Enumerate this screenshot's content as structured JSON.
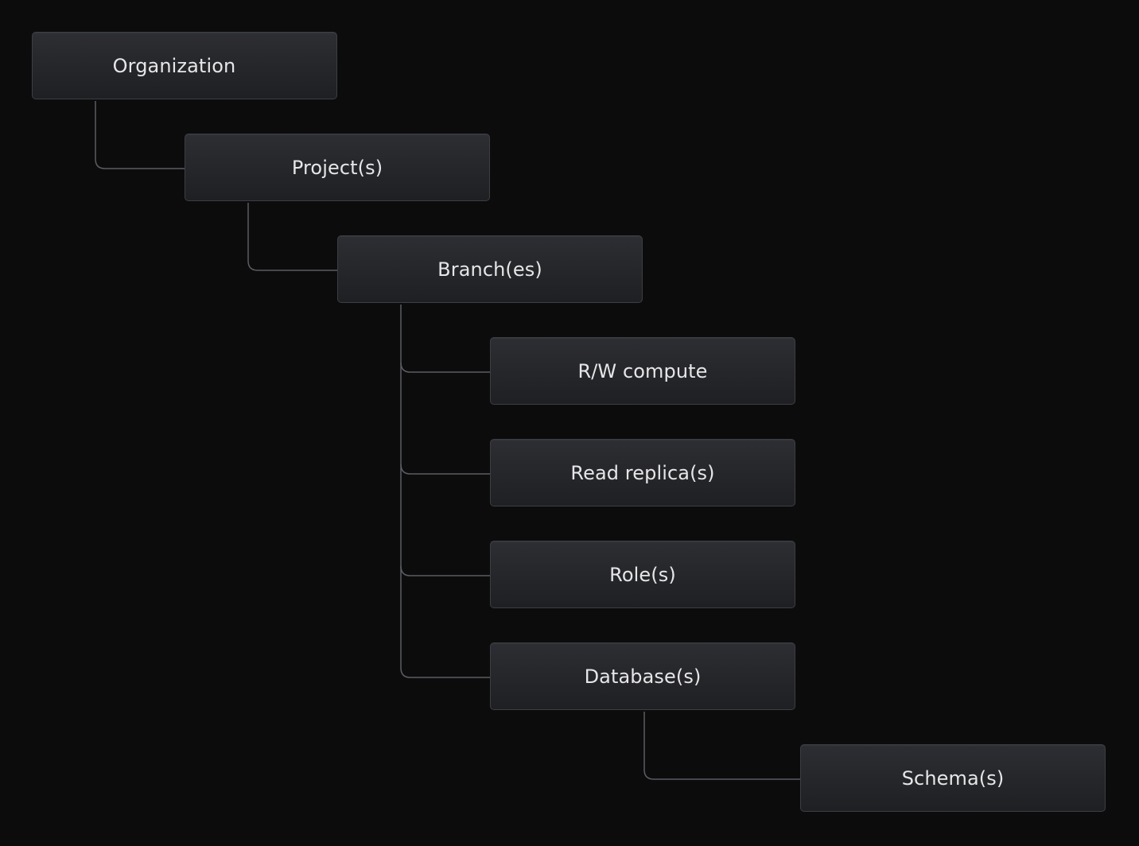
{
  "diagram": {
    "nodes": {
      "organization": "Organization",
      "projects": "Project(s)",
      "branches": "Branch(es)",
      "rw_compute": "R/W compute",
      "read_replicas": "Read replica(s)",
      "roles": "Role(s)",
      "databases": "Database(s)",
      "schemas": "Schema(s)"
    },
    "edges": [
      [
        "organization",
        "projects"
      ],
      [
        "projects",
        "branches"
      ],
      [
        "branches",
        "rw_compute"
      ],
      [
        "branches",
        "read_replicas"
      ],
      [
        "branches",
        "roles"
      ],
      [
        "branches",
        "databases"
      ],
      [
        "databases",
        "schemas"
      ]
    ],
    "colors": {
      "background": "#0c0c0d",
      "node_fill": "#27282c",
      "node_border": "#3c3e43",
      "connector": "#5b5d63",
      "text": "#e6e6e8"
    }
  }
}
